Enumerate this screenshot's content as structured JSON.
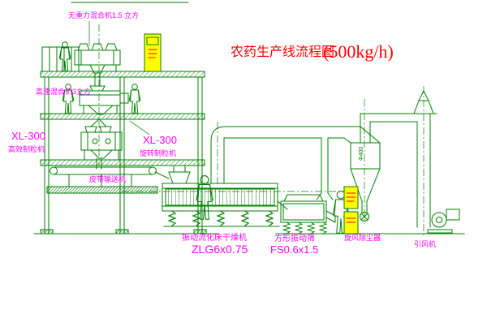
{
  "diagram": {
    "title": {
      "main": "农药生产线流程图",
      "capacity": "(500kg/h)"
    },
    "labels": {
      "mixer_top": "无重力混合机1.5 立方",
      "mixer_mid": "高速混合机3立方",
      "granulator_left_model": "XL-300",
      "granulator_left_name": "高效制粒机",
      "granulator_mid_model": "XL-300",
      "granulator_mid_name": "旋转制粒机",
      "belt_conveyor": "皮带输送机",
      "dryer_name": "振动流化床干燥机",
      "dryer_model": "ZLG6x0.75",
      "sieve_name": "方形振动筛",
      "sieve_model": "FS0.6x1.5",
      "cyclone_name": "旋风除尘器",
      "cyclone_size": "Φ400",
      "fan_name": "引风机"
    },
    "colors": {
      "line": "#008000",
      "label": "#FF00FF",
      "title": "#FF0000",
      "cabinet": "#FFFF00",
      "indicator": "#FF0000"
    }
  }
}
